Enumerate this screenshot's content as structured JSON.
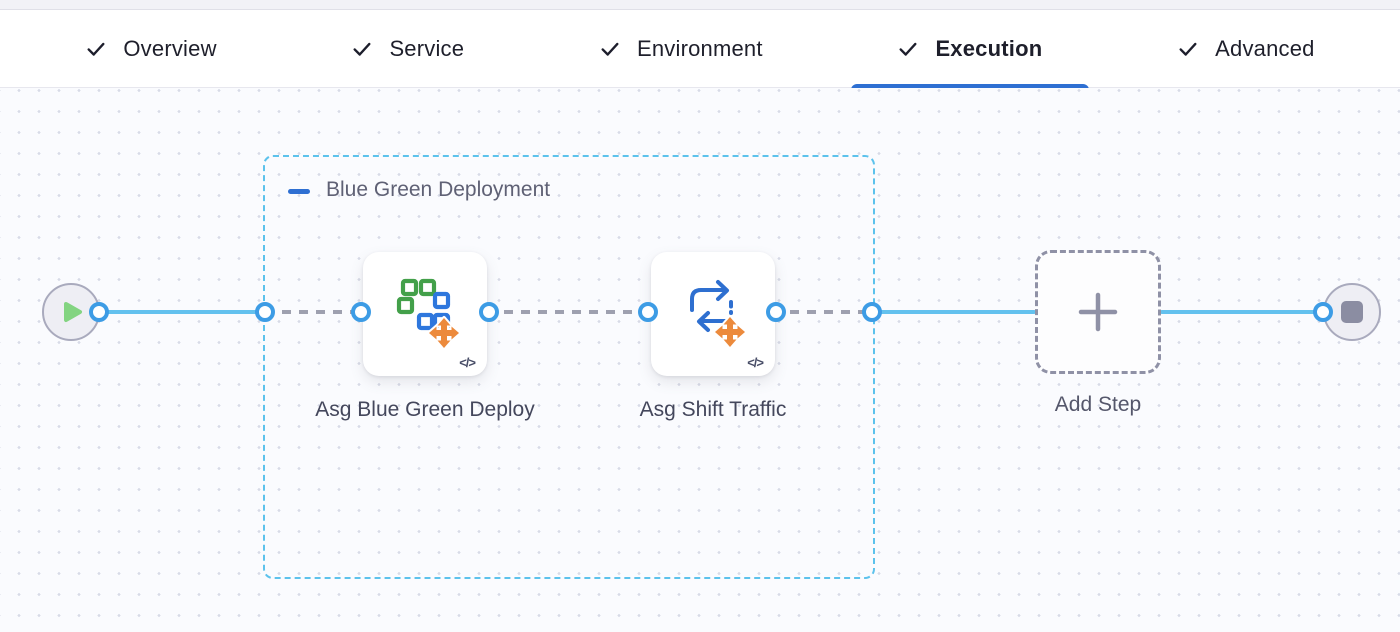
{
  "tabs": [
    {
      "label": "Overview",
      "checked": true,
      "active": false
    },
    {
      "label": "Service",
      "checked": true,
      "active": false
    },
    {
      "label": "Environment",
      "checked": true,
      "active": false
    },
    {
      "label": "Execution",
      "checked": true,
      "active": true
    },
    {
      "label": "Advanced",
      "checked": true,
      "active": false
    }
  ],
  "canvas": {
    "group": {
      "label": "Blue Green Deployment",
      "collapse_icon": "minus-icon"
    },
    "steps": [
      {
        "name": "Asg Blue Green Deploy",
        "icon": "asg-blue-green-deploy-icon"
      },
      {
        "name": "Asg Shift Traffic",
        "icon": "asg-shift-traffic-icon"
      }
    ],
    "add_step": {
      "label": "Add Step",
      "icon": "plus-icon"
    },
    "start_node_icon": "play-icon",
    "end_node_icon": "stop-icon",
    "code_badge": "</>"
  },
  "colors": {
    "accent_blue": "#2e6fd2",
    "edge_blue": "#63c1ee",
    "port_ring_blue": "#3d9ce5",
    "edge_dashed_gray": "#9ea0af",
    "group_border_cyan": "#5cc2ec",
    "icon_green": "#43a04a",
    "icon_blue": "#2e77dd",
    "icon_orange": "#ec8a3c",
    "play_green": "#83d481",
    "stop_gray": "#8b8da2",
    "tab_text": "#1e1f2b",
    "canvas_bg": "#fafbfe"
  }
}
